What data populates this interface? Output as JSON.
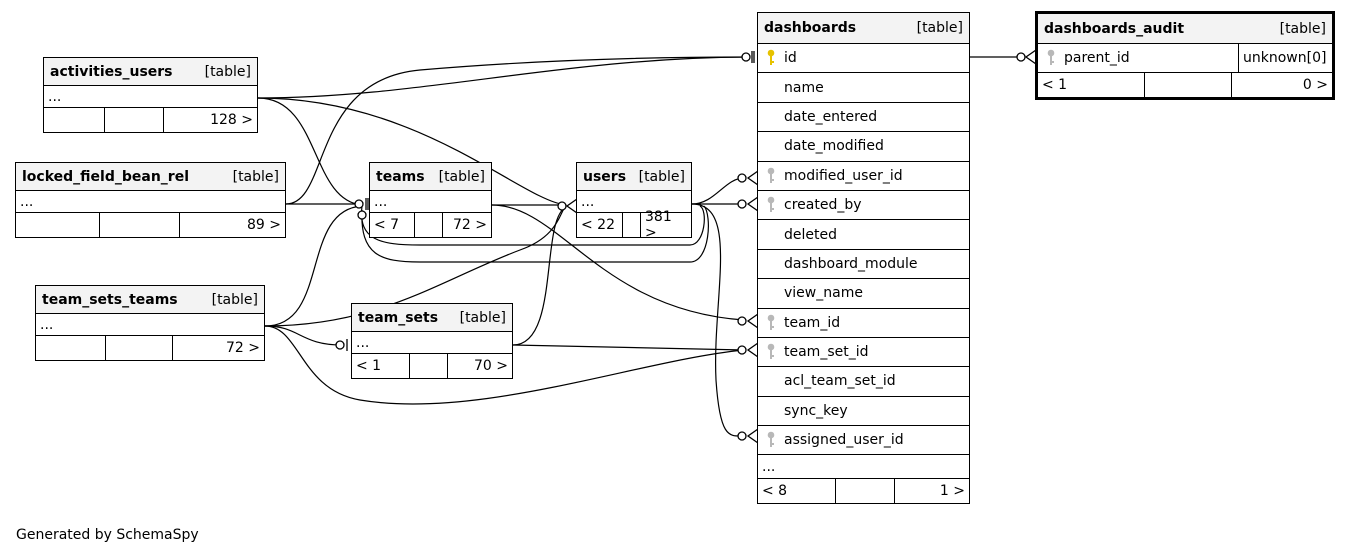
{
  "caption": "Generated by SchemaSpy",
  "colors": {
    "line": "#000000",
    "header_bg": "#f3f3f3",
    "pk_key": "#e6c200",
    "fk_key": "#b8b8b8"
  },
  "tables": {
    "dashboards": {
      "name": "dashboards",
      "type": "[table]",
      "columns": [
        {
          "name": "id",
          "key": "primary-key-icon"
        },
        {
          "name": "name",
          "key": ""
        },
        {
          "name": "date_entered",
          "key": ""
        },
        {
          "name": "date_modified",
          "key": ""
        },
        {
          "name": "modified_user_id",
          "key": "foreign-key-icon"
        },
        {
          "name": "created_by",
          "key": "foreign-key-icon"
        },
        {
          "name": "deleted",
          "key": ""
        },
        {
          "name": "dashboard_module",
          "key": ""
        },
        {
          "name": "view_name",
          "key": ""
        },
        {
          "name": "team_id",
          "key": "foreign-key-icon"
        },
        {
          "name": "team_set_id",
          "key": "foreign-key-icon"
        },
        {
          "name": "acl_team_set_id",
          "key": ""
        },
        {
          "name": "sync_key",
          "key": ""
        },
        {
          "name": "assigned_user_id",
          "key": "foreign-key-icon"
        }
      ],
      "ellipsis": "...",
      "footer": {
        "parents": "< 8",
        "middle": "",
        "children": "1 >"
      }
    },
    "dashboards_audit": {
      "name": "dashboards_audit",
      "type": "[table]",
      "column": {
        "name": "parent_id",
        "key": "foreign-key-icon",
        "datatype": "unknown[0]"
      },
      "footer": {
        "parents": "< 1",
        "middle": "",
        "children": "0 >"
      }
    },
    "activities_users": {
      "name": "activities_users",
      "type": "[table]",
      "ellipsis": "...",
      "footer": {
        "parents": "",
        "middle": "",
        "children": "128 >"
      }
    },
    "locked_field_bean_rel": {
      "name": "locked_field_bean_rel",
      "type": "[table]",
      "ellipsis": "...",
      "footer": {
        "parents": "",
        "middle": "",
        "children": "89 >"
      }
    },
    "teams": {
      "name": "teams",
      "type": "[table]",
      "ellipsis": "...",
      "footer": {
        "parents": "< 7",
        "middle": "",
        "children": "72 >"
      }
    },
    "users": {
      "name": "users",
      "type": "[table]",
      "ellipsis": "...",
      "footer": {
        "parents": "< 22",
        "middle": "",
        "children": "381 >"
      }
    },
    "team_sets_teams": {
      "name": "team_sets_teams",
      "type": "[table]",
      "ellipsis": "...",
      "footer": {
        "parents": "",
        "middle": "",
        "children": "72 >"
      }
    },
    "team_sets": {
      "name": "team_sets",
      "type": "[table]",
      "ellipsis": "...",
      "footer": {
        "parents": "< 1",
        "middle": "",
        "children": "70 >"
      }
    }
  }
}
